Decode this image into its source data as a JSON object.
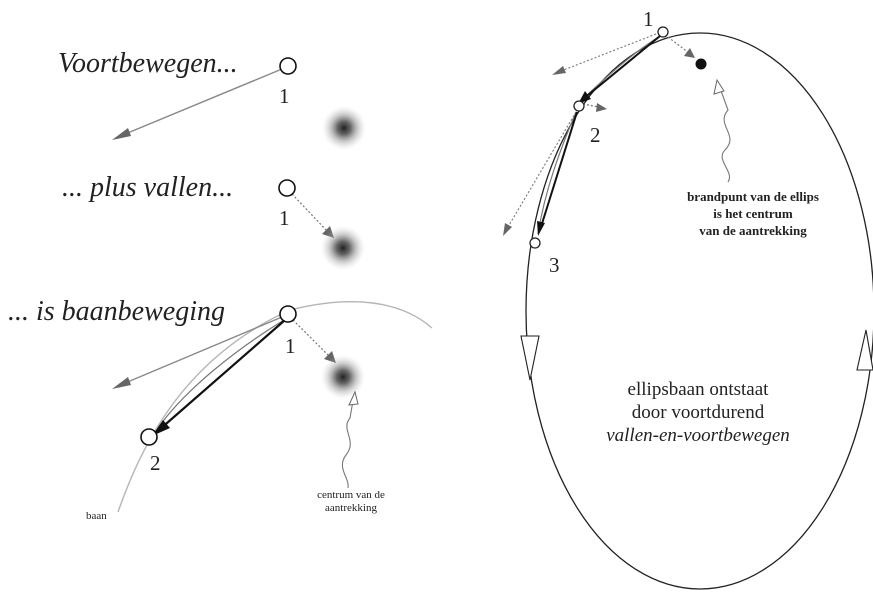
{
  "left_panel": {
    "step1_title": "Voortbewegen...",
    "step2_title": "... plus vallen...",
    "step3_title": "... is baanbeweging",
    "point_label_1": "1",
    "point_label_2": "2",
    "orbit_label": "baan",
    "center_label_line1": "centrum van de",
    "center_label_line2": "aantrekking"
  },
  "right_panel": {
    "point_label_1": "1",
    "point_label_2": "2",
    "point_label_3": "3",
    "focus_label_line1": "brandpunt van de ellips",
    "focus_label_line2": "is het centrum",
    "focus_label_line3": "van de aantrekking",
    "caption_line1": "ellipsbaan ontstaat",
    "caption_line2": "door voortdurend",
    "caption_line3": "vallen-en-voortbewegen"
  },
  "colors": {
    "ink": "#222222",
    "grey_line": "#888888",
    "light_line": "#b5b5b5",
    "focus_fill": "#111111"
  }
}
